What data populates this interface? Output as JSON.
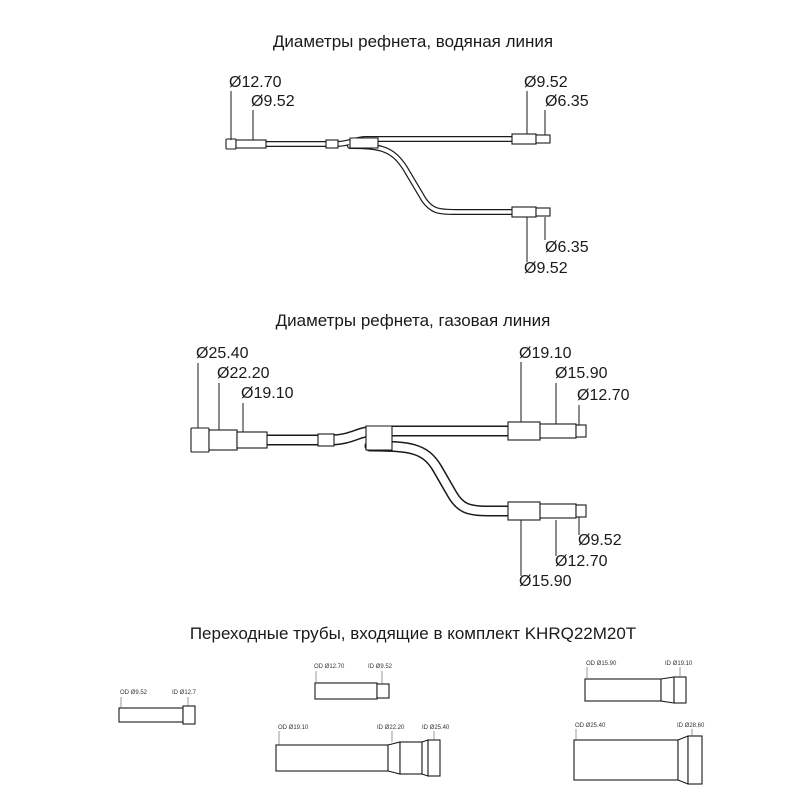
{
  "liquid": {
    "title": "Диаметры рефнета, водяная линия",
    "labels": {
      "in_outer": "Ø12.70",
      "in_inner": "Ø9.52",
      "up_outer": "Ø9.52",
      "up_inner": "Ø6.35",
      "low_inner": "Ø6.35",
      "low_outer": "Ø9.52"
    }
  },
  "gas": {
    "title": "Диаметры рефнета, газовая линия",
    "labels": {
      "in_a": "Ø25.40",
      "in_b": "Ø22.20",
      "in_c": "Ø19.10",
      "up_a": "Ø19.10",
      "up_b": "Ø15.90",
      "up_c": "Ø12.70",
      "low_c": "Ø9.52",
      "low_b": "Ø12.70",
      "low_a": "Ø15.90"
    }
  },
  "adapters": {
    "title": "Переходные трубы, входящие в комплект KHRQ22M20T",
    "items": [
      {
        "od": "OD Ø9.52",
        "id": "ID Ø12.7"
      },
      {
        "od": "OD Ø12.70",
        "id": "ID Ø9.52"
      },
      {
        "od": "OD Ø15.90",
        "id": "ID Ø19.10"
      },
      {
        "od": "OD Ø19.10",
        "id": "ID Ø22.20",
        "id2": "ID Ø25.40"
      },
      {
        "od": "OD Ø25.40",
        "id": "ID Ø28.60"
      }
    ]
  },
  "colors": {
    "line": "#1a1a1a",
    "background": "#ffffff"
  }
}
